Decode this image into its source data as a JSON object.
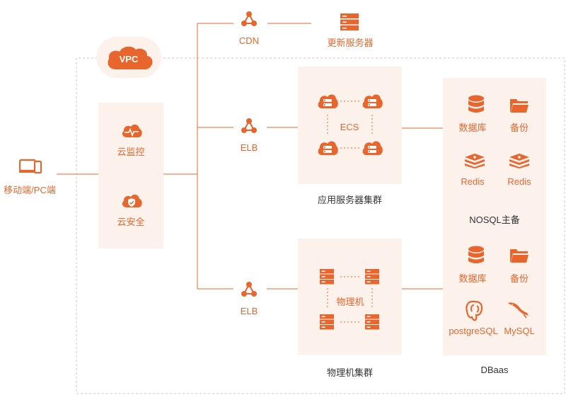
{
  "colors": {
    "accent": "#e8662d",
    "panel": "#fdf1ec",
    "line": "#e8662d",
    "dashed": "#c8c8c8",
    "text": "#333333"
  },
  "vpc": {
    "label": "VPC"
  },
  "client": {
    "label": "移动端/PC端",
    "icon": "devices-icon"
  },
  "security": {
    "monitor_label": "云监控",
    "monitor_icon": "cloud-pulse-icon",
    "safety_label": "云安全",
    "safety_icon": "cloud-shield-icon"
  },
  "cdn": {
    "label": "CDN",
    "icon": "network-icon"
  },
  "update_server": {
    "label": "更新服务器",
    "icon": "server-icon"
  },
  "elb_top": {
    "label": "ELB",
    "icon": "network-icon"
  },
  "elb_bottom": {
    "label": "ELB",
    "icon": "network-icon"
  },
  "app_cluster": {
    "center_label": "ECS",
    "caption": "应用服务器集群",
    "icon": "cloud-server-icon"
  },
  "physical_cluster": {
    "center_label": "物理机",
    "caption": "物理机集群",
    "icon": "server-icon"
  },
  "nosql": {
    "caption": "NOSQL主备",
    "items": [
      {
        "label": "数据库",
        "icon": "database-icon"
      },
      {
        "label": "备份",
        "icon": "folder-icon"
      },
      {
        "label": "Redis",
        "icon": "redis-icon"
      },
      {
        "label": "Redis",
        "icon": "redis-icon"
      }
    ]
  },
  "dbaas": {
    "caption": "DBaas",
    "items": [
      {
        "label": "数据库",
        "icon": "database-icon"
      },
      {
        "label": "备份",
        "icon": "folder-icon"
      },
      {
        "label": "postgreSQL",
        "icon": "postgresql-icon"
      },
      {
        "label": "MySQL",
        "icon": "mysql-icon"
      }
    ]
  }
}
